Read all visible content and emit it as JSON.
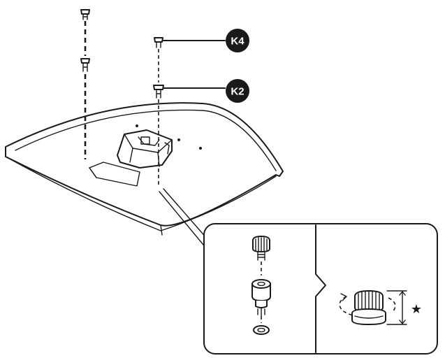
{
  "callouts": [
    {
      "id": "k4",
      "label": "K4"
    },
    {
      "id": "k2",
      "label": "K2"
    }
  ],
  "height_marker": "★",
  "colors": {
    "line": "#1a1a1a",
    "badge": "#1a1a1a",
    "background": "#ffffff"
  }
}
